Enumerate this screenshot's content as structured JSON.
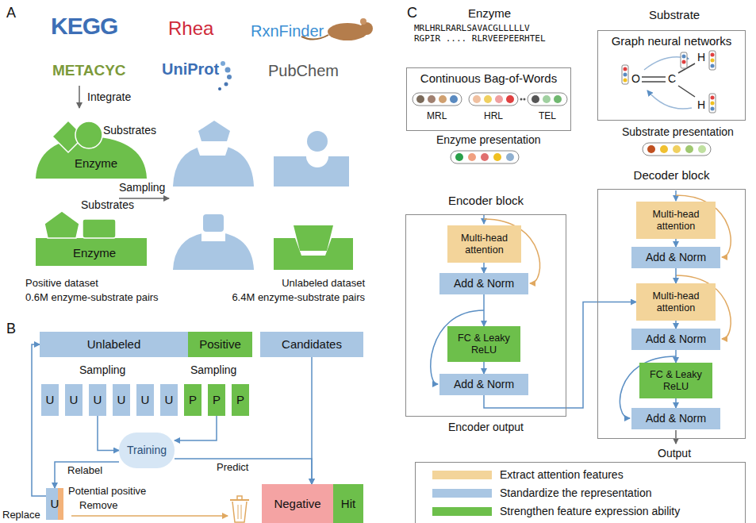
{
  "diagram": {
    "nodes": [
      {
        "text": [
          "Enzyme"
        ]
      },
      {
        "text": [
          "Enzyme"
        ]
      },
      {
        "text": [
          "Unlabeled"
        ]
      },
      {
        "text": [
          "Positive"
        ]
      },
      {
        "text": [
          "Candidates"
        ]
      },
      {
        "text": [
          "U"
        ]
      },
      {
        "text": [
          "U"
        ]
      },
      {
        "text": [
          "U"
        ]
      },
      {
        "text": [
          "U"
        ]
      },
      {
        "text": [
          "U"
        ]
      },
      {
        "text": [
          "U"
        ]
      },
      {
        "text": [
          "P"
        ]
      },
      {
        "text": [
          "P"
        ]
      },
      {
        "text": [
          "P"
        ]
      },
      {
        "text": [
          "Training"
        ]
      },
      {
        "text": [
          "U"
        ]
      },
      {
        "text": [
          "Negative"
        ]
      },
      {
        "text": [
          "Hit"
        ]
      },
      {
        "text": [
          "Continuous Bag-of-Words"
        ]
      },
      {
        "text": [
          "Graph neural networks"
        ]
      },
      {
        "text": [
          "Encoder block"
        ]
      },
      {
        "text": [
          "Multi-head attention"
        ],
        "in": 20
      },
      {
        "text": [
          "Add & Norm"
        ],
        "in": 20
      },
      {
        "text": [
          "FC & Leaky ReLU"
        ],
        "in": 20
      },
      {
        "text": [
          "Add & Norm"
        ],
        "in": 20
      },
      {
        "text": [
          "Decoder block"
        ]
      },
      {
        "text": [
          "Multi-head attention"
        ],
        "in": 25
      },
      {
        "text": [
          "Add & Norm"
        ],
        "in": 25
      },
      {
        "text": [
          "Multi-head attention"
        ],
        "in": 25
      },
      {
        "text": [
          "Add & Norm"
        ],
        "in": 25
      },
      {
        "text": [
          "FC & Leaky ReLU"
        ],
        "in": 25
      },
      {
        "text": [
          "Add & Norm"
        ],
        "in": 25
      }
    ],
    "edges": [
      {
        "from": 7,
        "to": 14,
        "arrow": "to"
      },
      {
        "from": 12,
        "to": 14,
        "arrow": "to"
      },
      {
        "from": 14,
        "to": 16,
        "label": "Predict",
        "arrow": "to"
      },
      {
        "from": 4,
        "to": 16,
        "arrow": "to"
      },
      {
        "from": 14,
        "to": 15,
        "label": "Relabel",
        "arrow": "to"
      },
      {
        "from": 15,
        "to": 2,
        "label": "Replace",
        "arrow": "to"
      },
      {
        "from": 21,
        "to": 22,
        "arrow": "to"
      },
      {
        "from": 22,
        "to": 23,
        "arrow": "to"
      },
      {
        "from": 23,
        "to": 24,
        "arrow": "to"
      },
      {
        "from": 26,
        "to": 27,
        "arrow": "to"
      },
      {
        "from": 27,
        "to": 28,
        "arrow": "to"
      },
      {
        "from": 28,
        "to": 29,
        "arrow": "to"
      },
      {
        "from": 29,
        "to": 30,
        "arrow": "to"
      },
      {
        "from": 30,
        "to": 31,
        "arrow": "to"
      },
      {
        "from": 24,
        "to": 28,
        "arrow": "to"
      }
    ],
    "labels": [
      "A",
      "KEGG",
      "Rhea",
      "RxnFinder",
      "METACYC",
      "UniProt",
      "PubChem",
      "Integrate",
      "Substrates",
      "Sampling",
      "Substrates",
      "Positive dataset",
      "0.6M enzyme-substrate pairs",
      "Unlabeled dataset",
      "6.4M enzyme-substrate pairs",
      "B",
      "Sampling",
      "Sampling",
      "Potential positive",
      "Remove",
      "C",
      "Enzyme",
      "MRLHRLRARLSAVACGLLLLLV RGPIR .... RLRVEEPEERHTEL",
      "MRL",
      "HRL",
      "TEL",
      "Enzyme presentation",
      "Substrate",
      "O",
      "C",
      "H",
      "H",
      "Substrate presentation",
      "Encoder output",
      "Output"
    ],
    "legend": [
      {
        "text": "Extract attention features",
        "color": "#f3d49a"
      },
      {
        "text": "Standardize the representation",
        "color": "#a9c6e3"
      },
      {
        "text": "Strengthen feature expression ability",
        "color": "#6dbf4b"
      }
    ]
  }
}
